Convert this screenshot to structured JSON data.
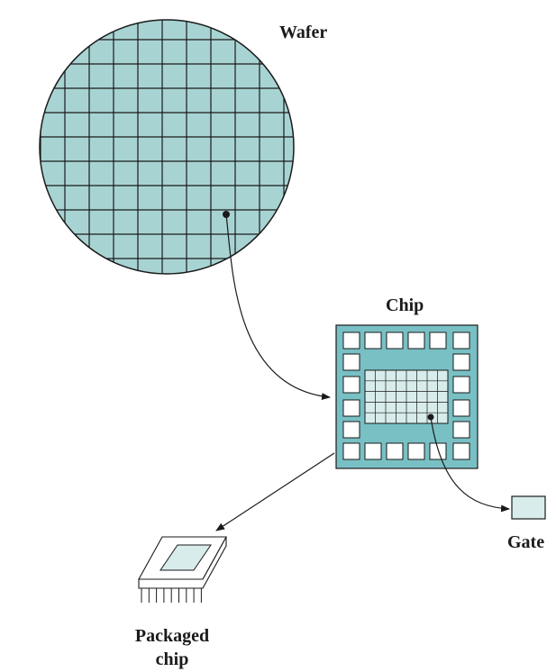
{
  "labels": {
    "wafer": "Wafer",
    "chip": "Chip",
    "gate": "Gate",
    "packaged_line1": "Packaged",
    "packaged_line2": "chip"
  },
  "colors": {
    "fill_teal": "#a8d3d3",
    "chip_fill": "#78c0c4",
    "light_fill": "#d8ecec",
    "stroke": "#1a1a1a",
    "pad_fill": "#ffffff"
  }
}
